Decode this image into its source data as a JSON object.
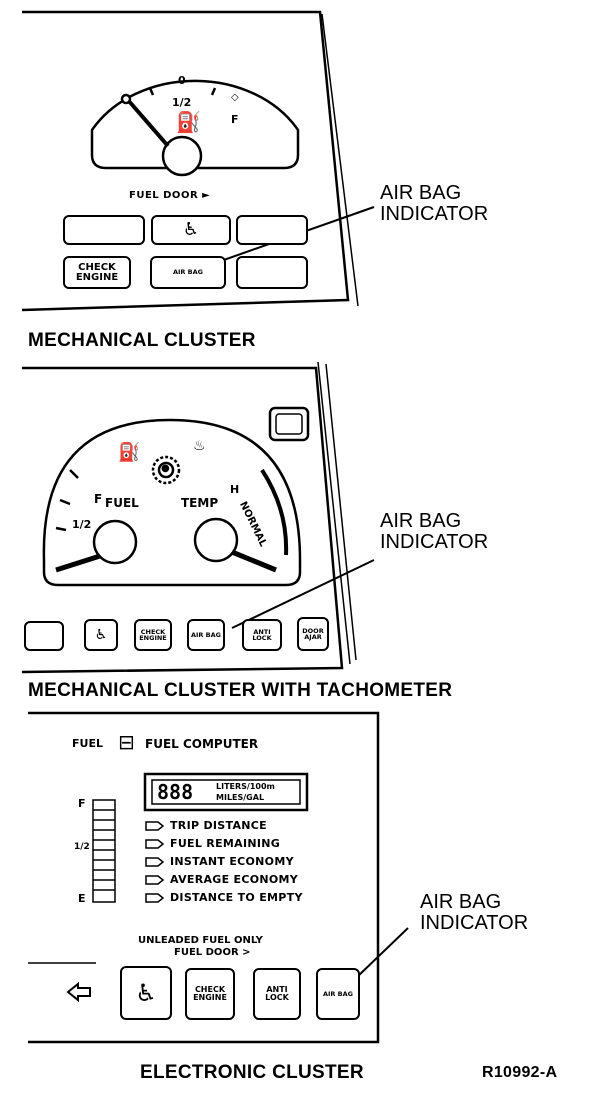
{
  "callout_label": "AIR BAG\nINDICATOR",
  "clusters": {
    "mechanical": {
      "title": "MECHANICAL CLUSTER",
      "gauge_ticks": [
        "0",
        "1/2",
        "F"
      ],
      "fuel_door": "FUEL DOOR ►",
      "buttons": [
        "",
        "",
        "",
        "CHECK ENGINE",
        "AIR BAG",
        ""
      ]
    },
    "tach": {
      "title": "MECHANICAL CLUSTER  WITH TACHOMETER",
      "fuel_label": "FUEL",
      "fuel_marks": [
        "F",
        "1/2"
      ],
      "temp_label": "TEMP",
      "temp_h": "H",
      "temp_arc": "NORMAL",
      "buttons": [
        "",
        "",
        "CHECK ENGINE",
        "AIR BAG",
        "ANTI LOCK",
        "DOOR AJAR"
      ]
    },
    "electronic": {
      "title": "ELECTRONIC CLUSTER",
      "header_fuel": "FUEL",
      "header_computer": "FUEL COMPUTER",
      "display_digits": "888",
      "display_units": [
        "LITERS/100m",
        "MILES/GAL"
      ],
      "bar_labels": [
        "F",
        "1/2",
        "E"
      ],
      "menu": [
        "TRIP DISTANCE",
        "FUEL REMAINING",
        "INSTANT ECONOMY",
        "AVERAGE ECONOMY",
        "DISTANCE TO EMPTY"
      ],
      "unleaded": "UNLEADED FUEL ONLY",
      "fuel_door": "FUEL DOOR  >",
      "buttons": [
        "",
        "CHECK ENGINE",
        "ANTI LOCK",
        "AIR BAG"
      ]
    }
  },
  "figure_id": "R10992-A"
}
